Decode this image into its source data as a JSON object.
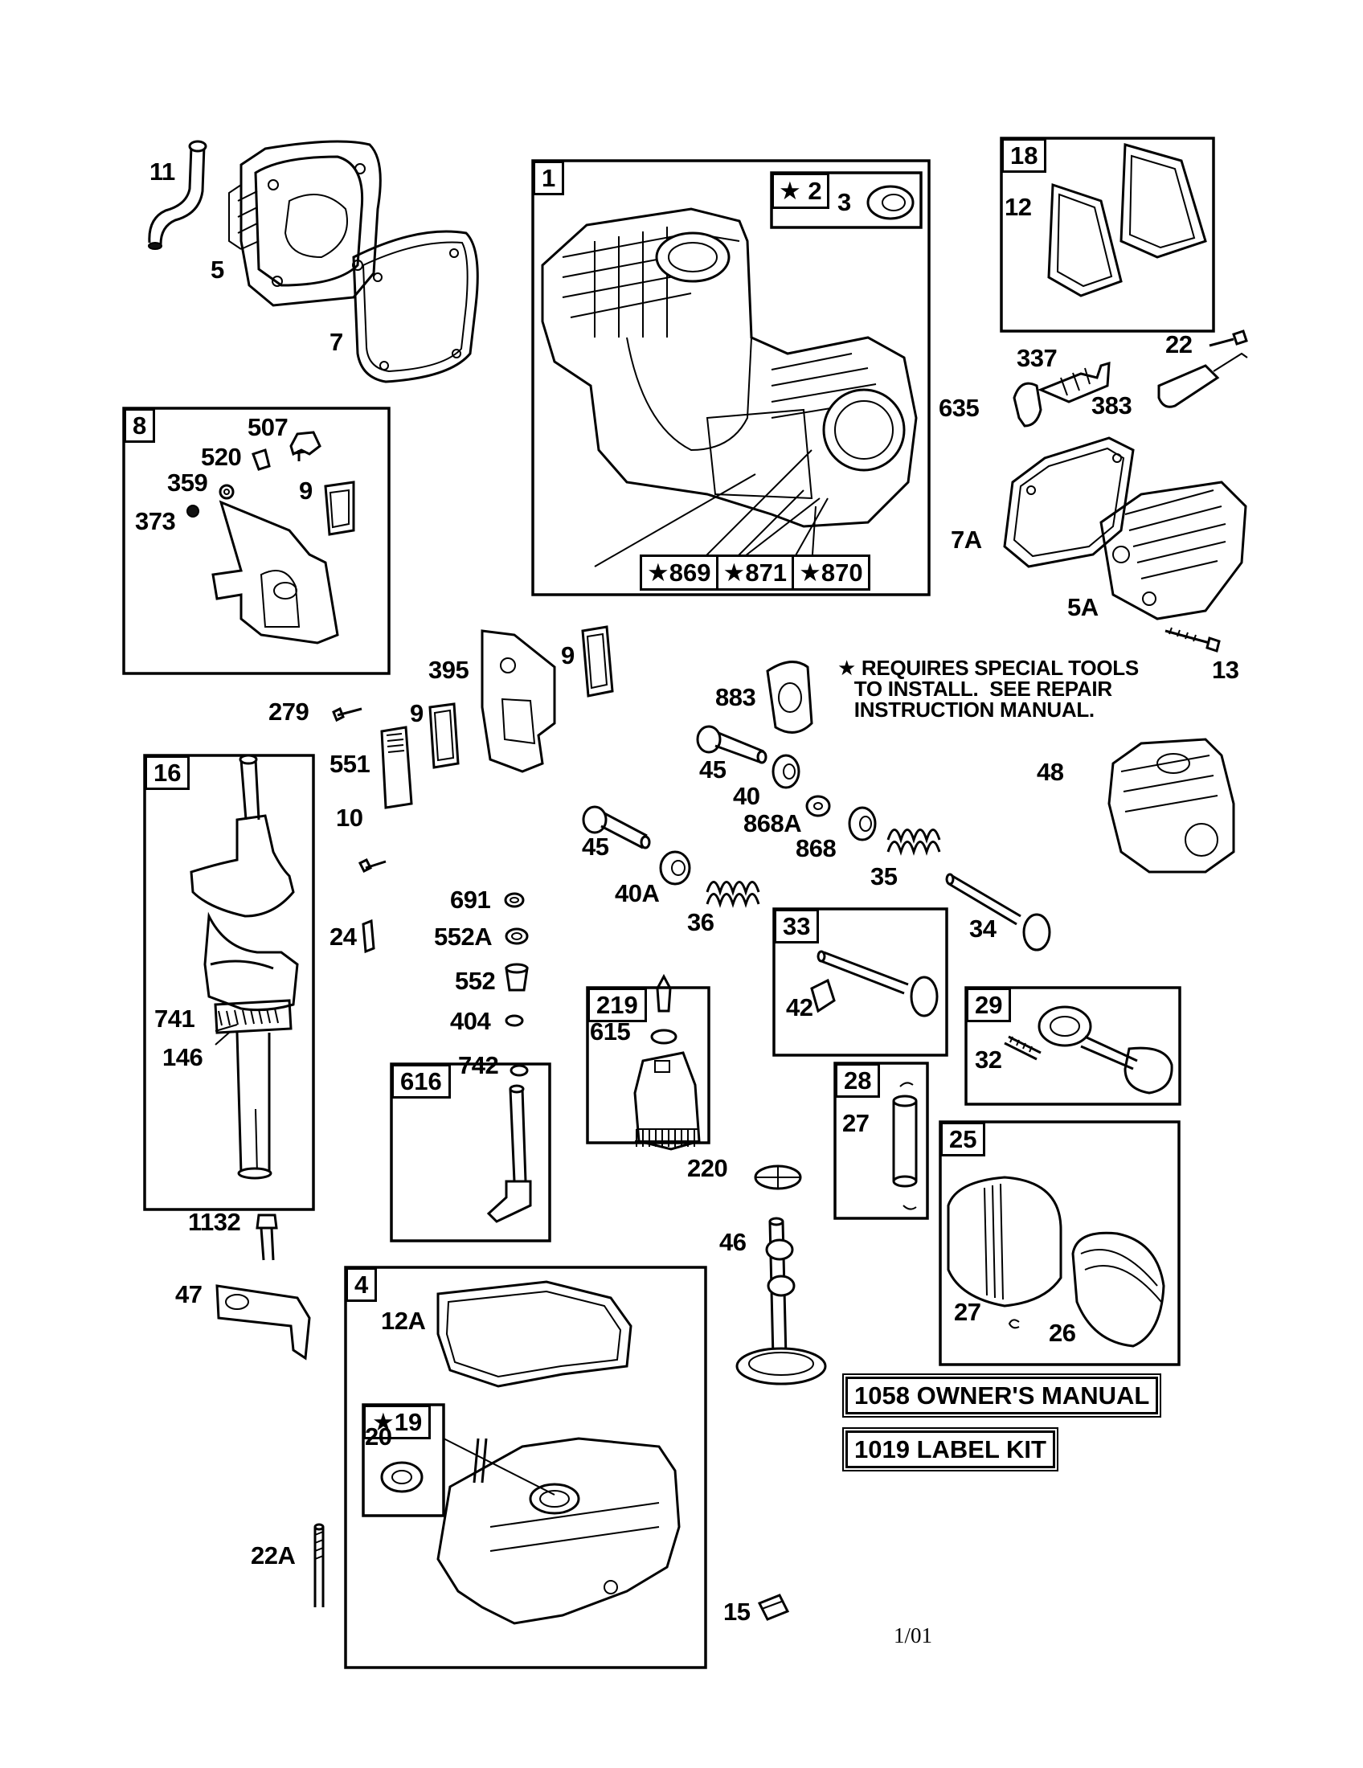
{
  "frames": {
    "block": "1",
    "block_seal": "3",
    "block_tool_part": "2",
    "breather_kit": "8",
    "head_gasket_kit": "18",
    "crankshaft": "16",
    "sump": "4",
    "sump_tool_part": "19",
    "governor_shaft": "616",
    "governor_gear": "219",
    "exhaust_valve": "33",
    "piston_pin": "28",
    "connecting_rod": "29",
    "piston": "25"
  },
  "star_tags": [
    "869",
    "871",
    "870"
  ],
  "part_labels": {
    "p11": "11",
    "p5": "5",
    "p7": "7",
    "p12": "12",
    "p22": "22",
    "p337": "337",
    "p635": "635",
    "p383": "383",
    "p7a": "7A",
    "p5a": "5A",
    "p13": "13",
    "p507": "507",
    "p520": "520",
    "p359": "359",
    "p373": "373",
    "p9a": "9",
    "p395": "395",
    "p9b": "9",
    "p9c": "9",
    "p279": "279",
    "p551": "551",
    "p10": "10",
    "p883": "883",
    "p45a": "45",
    "p40": "40",
    "p868a": "868A",
    "p868": "868",
    "p45b": "45",
    "p40a": "40A",
    "p36": "36",
    "p35": "35",
    "p34": "34",
    "p48": "48",
    "p691": "691",
    "p552a": "552A",
    "p552": "552",
    "p404": "404",
    "p24": "24",
    "p741": "741",
    "p146": "146",
    "p742": "742",
    "p615": "615",
    "p42": "42",
    "p32": "32",
    "p27a": "27",
    "p220": "220",
    "p46": "46",
    "p27b": "27",
    "p26": "26",
    "p1132": "1132",
    "p47": "47",
    "p12a": "12A",
    "p20": "20",
    "p22a": "22A",
    "p15": "15"
  },
  "note": "★ REQUIRES SPECIAL TOOLS\n   TO INSTALL.  SEE REPAIR\n   INSTRUCTION MANUAL.",
  "kits": {
    "owners_manual": "1058 OWNER'S MANUAL",
    "label_kit": "1019 LABEL KIT"
  },
  "date_code": "1/01"
}
